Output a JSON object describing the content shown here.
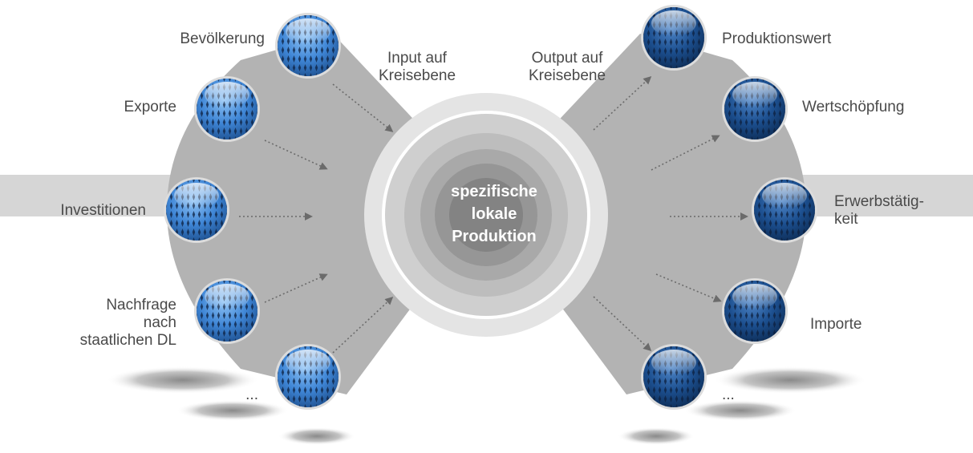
{
  "center": {
    "line1": "spezifische",
    "line2": "lokale",
    "line3": "Produktion"
  },
  "input_heading": {
    "line1": "Input auf",
    "line2": "Kreisebene"
  },
  "output_heading": {
    "line1": "Output auf",
    "line2": "Kreisebene"
  },
  "inputs": [
    {
      "label": "Bevölkerung"
    },
    {
      "label": "Exporte"
    },
    {
      "label": "Investitionen"
    },
    {
      "line1": "Nachfrage",
      "line2": "nach",
      "line3": "staatlichen DL"
    },
    {
      "label": "..."
    }
  ],
  "outputs": [
    {
      "label": "Produktionswert"
    },
    {
      "label": "Wertschöpfung"
    },
    {
      "line1": "Erwerbstätig-",
      "line2": "keit"
    },
    {
      "label": "Importe"
    },
    {
      "label": "..."
    }
  ],
  "colors": {
    "wing": "#b3b3b3",
    "band": "#d6d6d6",
    "input_node": "#3f86d6",
    "output_node": "#1c4f8f",
    "arrow": "#6b6b6b",
    "text": "#4a4a4a"
  }
}
